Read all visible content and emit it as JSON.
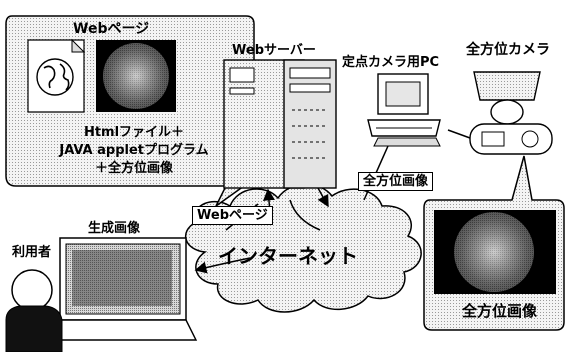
{
  "web_page_bubble": {
    "title": "Webページ",
    "line1": "Htmlファイル＋",
    "line2": "JAVA appletプログラム",
    "line3": "＋全方位画像"
  },
  "web_server": {
    "label": "Webサーバー"
  },
  "fixed_camera_pc": {
    "label": "定点カメラ用PC"
  },
  "omni_camera": {
    "label": "全方位カメラ"
  },
  "omni_image_arrow": {
    "label": "全方位画像"
  },
  "webpage_arrow": {
    "label": "Webページ"
  },
  "generated_image": {
    "label": "生成画像"
  },
  "user": {
    "label": "利用者"
  },
  "internet": {
    "label": "インターネット"
  },
  "omni_image_bubble": {
    "label": "全方位画像"
  }
}
